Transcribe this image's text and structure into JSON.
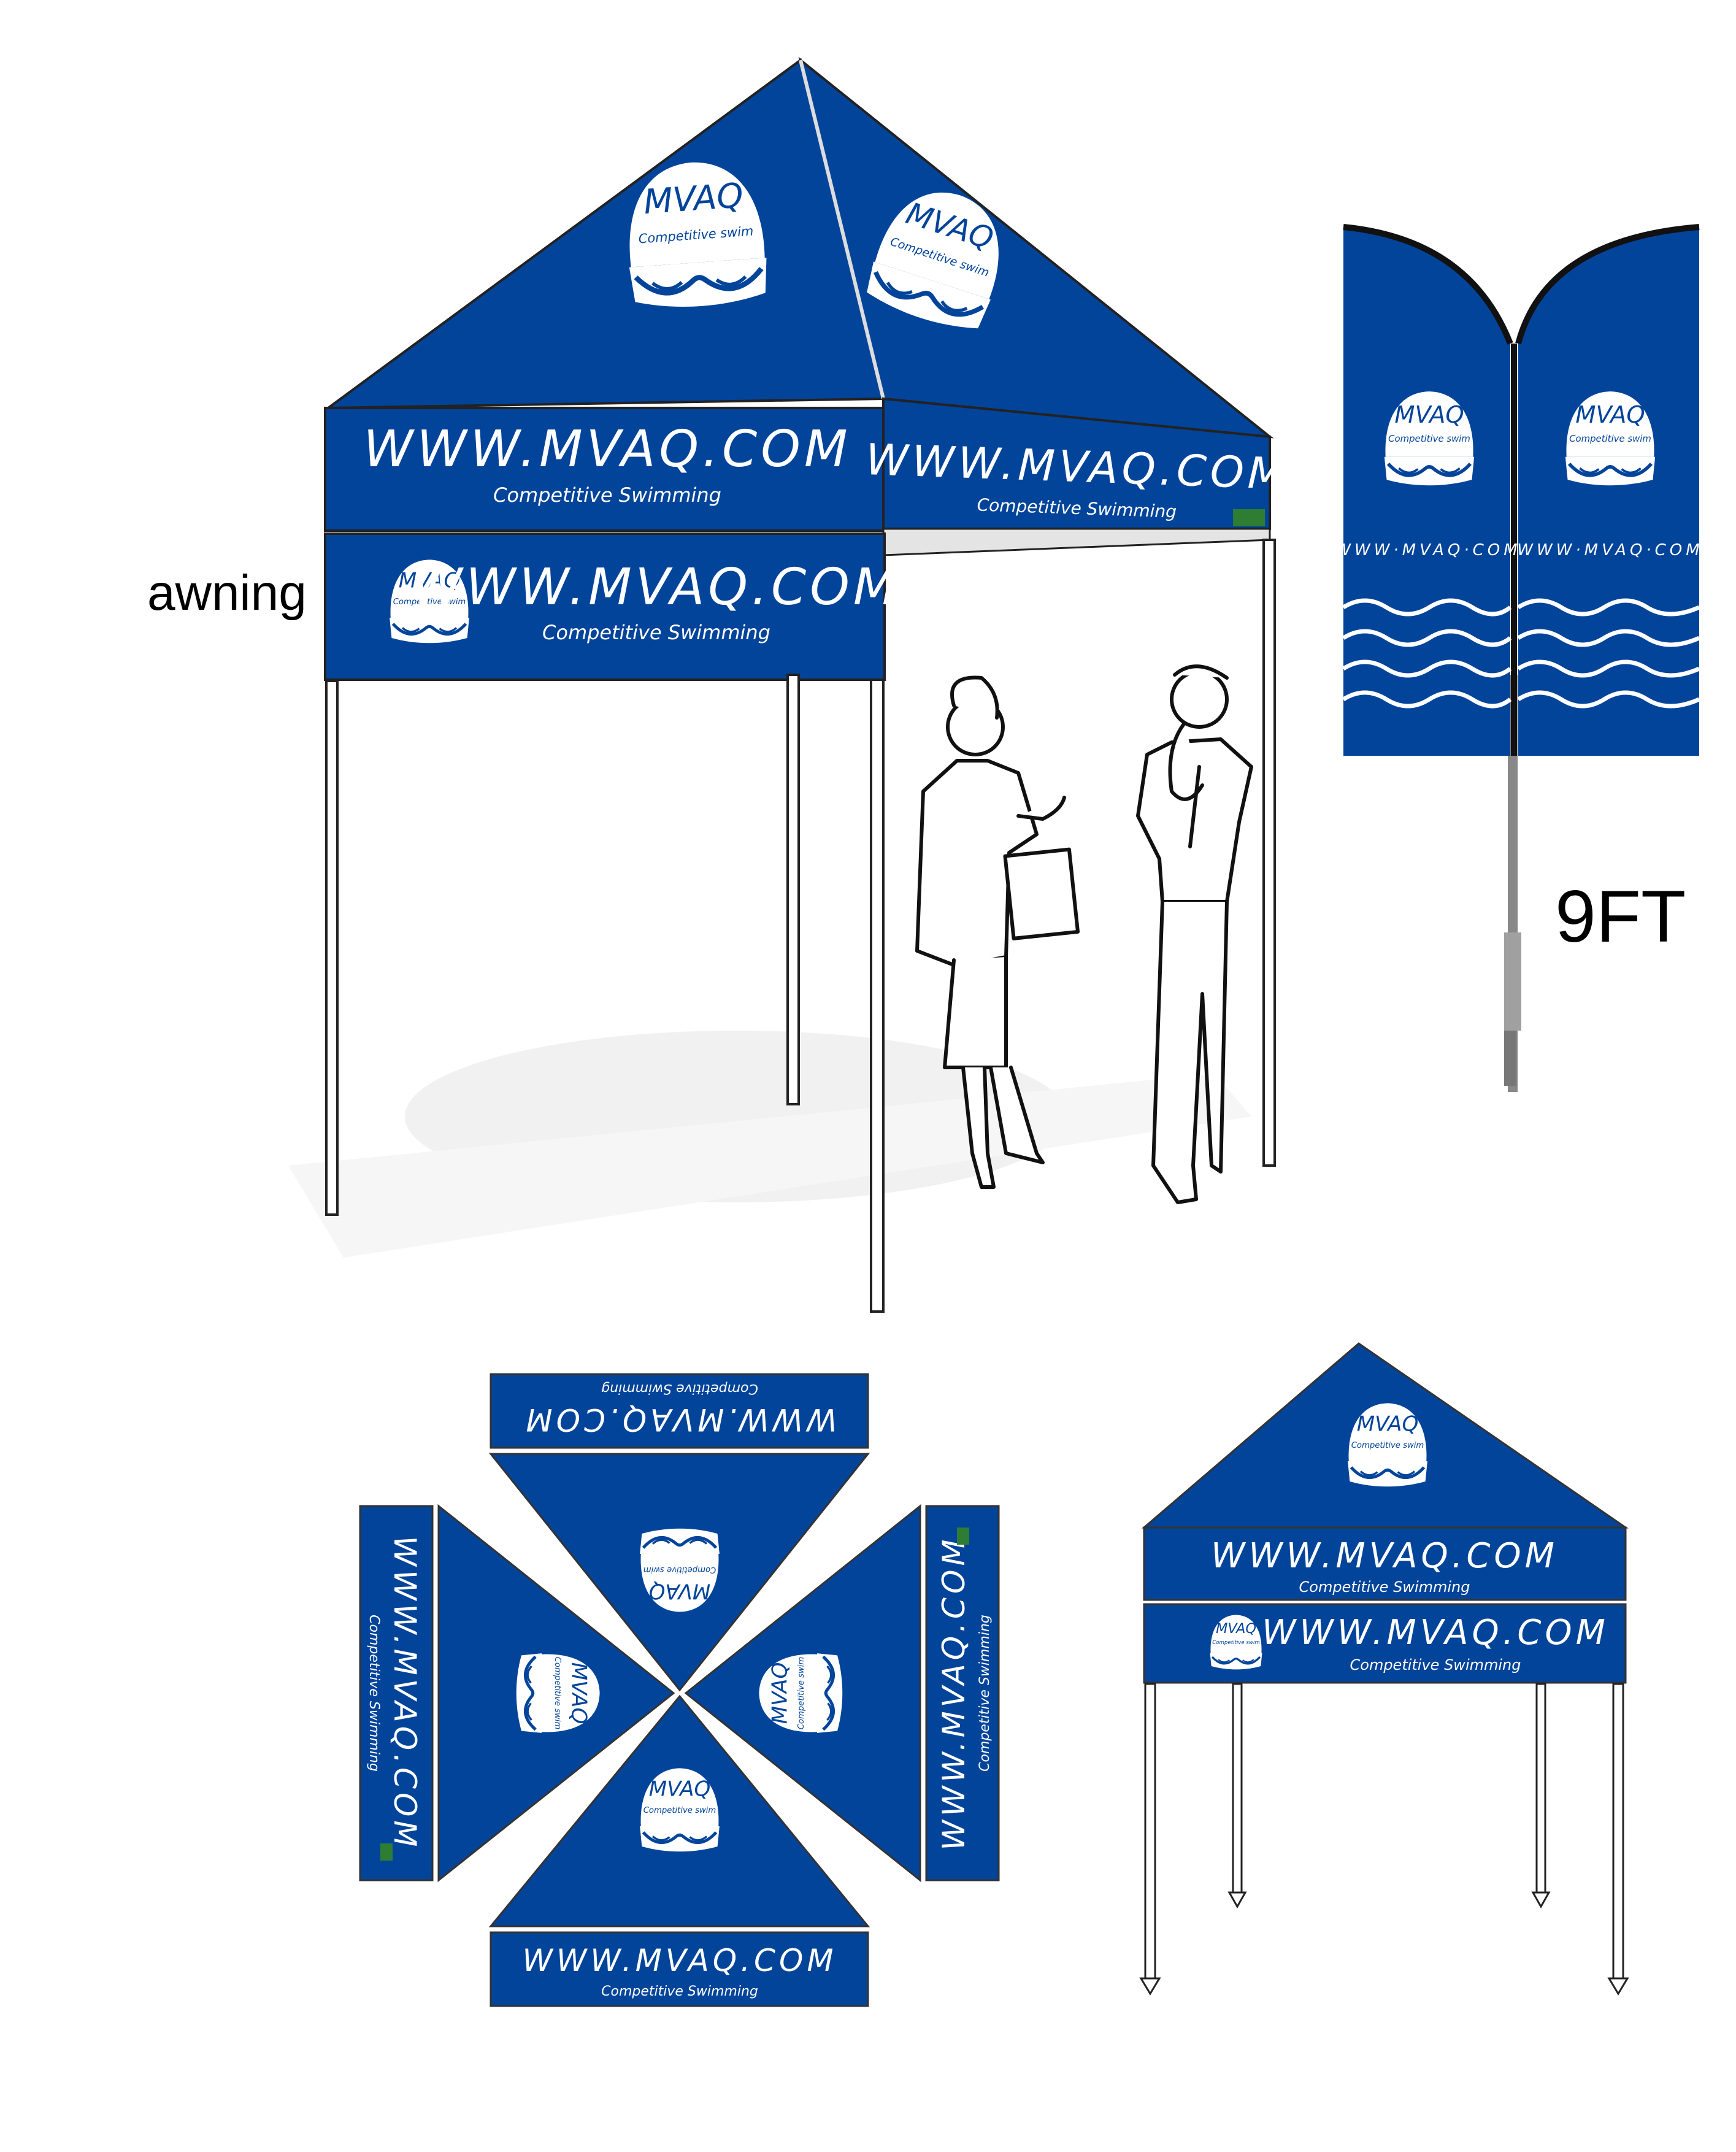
{
  "brand": {
    "logo_text": "MVAQ",
    "logo_tagline": "Competitive swim",
    "website": "WWW.MVAQ.COM",
    "slogan": "Competitive Swimming",
    "flag_website": "WWW·MVAQ·COM",
    "blue": "#02449a"
  },
  "labels": {
    "awning": "awning",
    "flag_height": "9FT"
  },
  "icons": {
    "logo": "swim-cap-goggles-icon",
    "waves": "wave-lines-icon"
  }
}
